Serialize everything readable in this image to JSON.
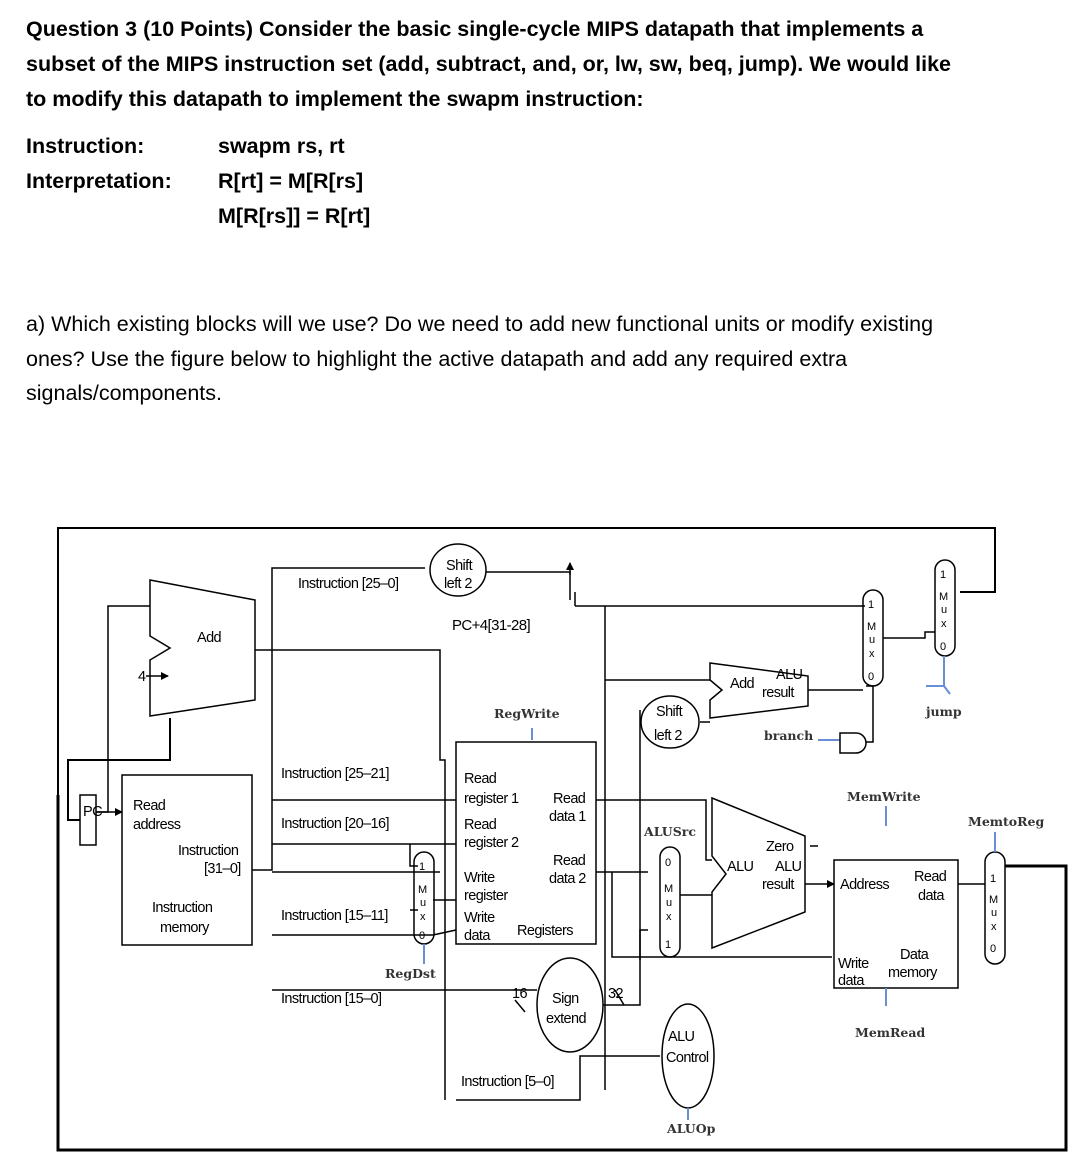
{
  "question": {
    "title_lines": [
      "Question 3 (10 Points) Consider the basic single-cycle MIPS datapath that implements a",
      "subset of the MIPS instruction set (add, subtract, and, or, lw, sw, beq, jump). We would like",
      "to modify this datapath to implement the swapm instruction:"
    ],
    "instruction_label": "Instruction:",
    "instruction_value": "swapm rs, rt",
    "interpretation_label": "Interpretation:",
    "interpretation_lines": [
      "R[rt] = M[R[rs]",
      "M[R[rs]] = R[rt]"
    ],
    "part_a_lines": [
      "a) Which existing blocks will we use? Do we need to add new functional units or modify existing",
      "ones? Use the figure below to highlight the active datapath and add any required extra",
      "signals/components."
    ]
  },
  "diagram": {
    "pc": "PC",
    "add_label": "Add",
    "four": "4",
    "read_address": [
      "Read",
      "address"
    ],
    "instruction_31_0": [
      "Instruction",
      "[31–0]"
    ],
    "instruction_memory": [
      "Instruction",
      "memory"
    ],
    "instr_25_0": "Instruction [25–0]",
    "shift_left_2_top": [
      "Shift",
      "left 2"
    ],
    "pc4_31_28": "PC+4[31-28]",
    "instr_25_21": "Instruction [25–21]",
    "instr_20_16": "Instruction [20–16]",
    "instr_15_11": "Instruction [15–11]",
    "instr_15_0": "Instruction [15–0]",
    "instr_5_0": "Instruction [5–0]",
    "regfile": {
      "read_register_1": [
        "Read",
        "register 1"
      ],
      "read_register_2": [
        "Read",
        "register 2"
      ],
      "write_register": [
        "Write",
        "register"
      ],
      "write_data": [
        "Write",
        "data"
      ],
      "read_data_1": [
        "Read",
        "data 1"
      ],
      "read_data_2": [
        "Read",
        "data 2"
      ],
      "name": "Registers"
    },
    "sign_extend": [
      "Sign",
      "extend"
    ],
    "sixteen": "16",
    "thirty_two": "32",
    "shift_left_2_mid": [
      "Shift",
      "left 2"
    ],
    "add_alu_result": [
      "Add",
      "ALU",
      "result"
    ],
    "alu_labels": [
      "Zero",
      "ALU",
      "ALU",
      "result"
    ],
    "alu_control": [
      "ALU",
      "Control"
    ],
    "data_memory": {
      "address": "Address",
      "read_data": [
        "Read",
        "data"
      ],
      "write_data": [
        "Write",
        "data"
      ],
      "name": [
        "Data",
        "memory"
      ]
    },
    "mux_letters": [
      "M",
      "u",
      "x"
    ],
    "mux_top_inputs": [
      "1",
      "0"
    ],
    "mux_alu_inputs": [
      "0",
      "1"
    ],
    "signals": {
      "regwrite": "RegWrite",
      "regdst": "RegDst",
      "alusrc": "ALUSrc",
      "aluop": "ALUOp",
      "memwrite": "MemWrite",
      "memread": "MemRead",
      "memtoreg": "MemtoReg",
      "branch": "branch",
      "jump": "jump"
    }
  }
}
